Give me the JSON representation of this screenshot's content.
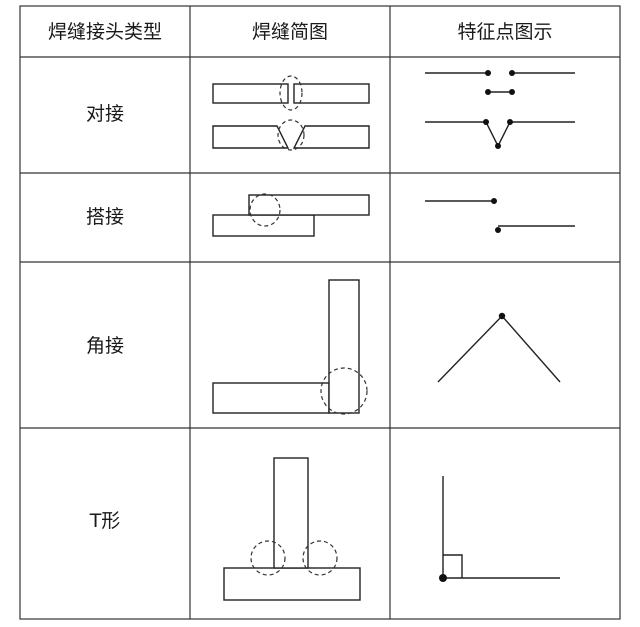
{
  "headers": [
    "焊缝接头类型",
    "焊缝简图",
    "特征点图示"
  ],
  "rows": [
    {
      "type": "对接"
    },
    {
      "type": "搭接"
    },
    {
      "type": "角接"
    },
    {
      "type": "T形"
    }
  ]
}
